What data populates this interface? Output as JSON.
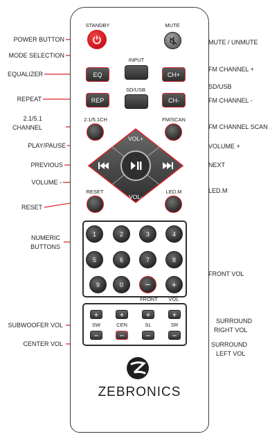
{
  "remote": {
    "brand": "ZEBRONICS",
    "labels": {
      "standby": "STANDBY",
      "mute": "MUTE",
      "input": "INPUT",
      "sdusb": "SD/USB",
      "ch21": "2.1/5.1CH",
      "fmscan": "FM/SCAN",
      "reset": "RESET",
      "ledm": "LED.M",
      "front": "FRONT",
      "vol": "VOL",
      "sw": "SW",
      "cen": "CEN",
      "sl": "SL",
      "sr": "SR"
    },
    "buttons": {
      "eq": "EQ",
      "chplus": "CH+",
      "rep": "REP",
      "chminus": "CH-",
      "volplus": "VOL+",
      "volminus": "VOL-",
      "plus": "+",
      "minus": "−"
    },
    "numeric": [
      "1",
      "2",
      "3",
      "4",
      "5",
      "6",
      "7",
      "8",
      "9",
      "0"
    ]
  },
  "callouts": {
    "power_button": "POWER BUTTON",
    "mode_selection": "MODE SELECTION",
    "equalizer": "EQUALIZER",
    "repeat": "REPEAT",
    "channel_1": "2.1/5.1",
    "channel_2": "CHANNEL",
    "play_pause": "PLAY/PAUSE",
    "previous": "PREVIOUS",
    "volume_minus": "VOLUME -",
    "reset": "RESET",
    "numeric_1": "NUMERIC",
    "numeric_2": "BUTTONS",
    "subwoofer_vol": "SUBWOOFER VOL",
    "center_vol": "CENTER VOL",
    "mute_unmute": "MUTE / UNMUTE",
    "fm_channel_plus": "FM CHANNEL +",
    "sd_usb": "SD/USB",
    "fm_channel_minus": "FM CHANNEL -",
    "fm_channel_scan": "FM CHANNEL SCAN",
    "volume_plus": "VOLUME +",
    "next": "NEXT",
    "led_m": "LED.M",
    "front_vol": "FRONT VOL",
    "surround_right_1": "SURROUND",
    "surround_right_2": "RIGHT VOL",
    "surround_left_1": "SURROUND",
    "surround_left_2": "LEFT VOL"
  },
  "colors": {
    "leader": "#d9232d",
    "power": "#d9232d",
    "button": "#3a3a3a",
    "outline": "#2e2e2e"
  }
}
